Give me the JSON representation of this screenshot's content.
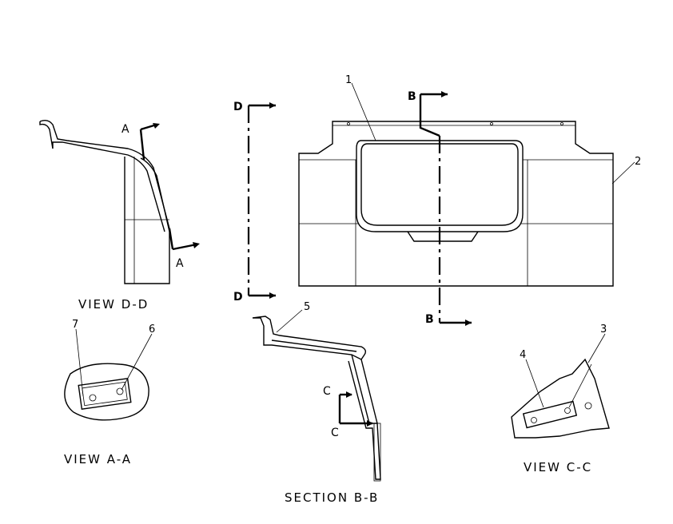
{
  "views": {
    "view_dd": "VIEW D-D",
    "view_aa": "VIEW A-A",
    "section_bb": "SECTION B-B",
    "view_cc": "VIEW C-C"
  },
  "section_letters": {
    "a_top": "A",
    "a_bottom": "A",
    "b_top": "B",
    "b_bottom": "B",
    "c_top": "C",
    "c_bottom": "C",
    "d_top": "D",
    "d_bottom": "D"
  },
  "callouts": {
    "c1": "1",
    "c2": "2",
    "c3": "3",
    "c4": "4",
    "c5": "5",
    "c6": "6",
    "c7": "7"
  }
}
